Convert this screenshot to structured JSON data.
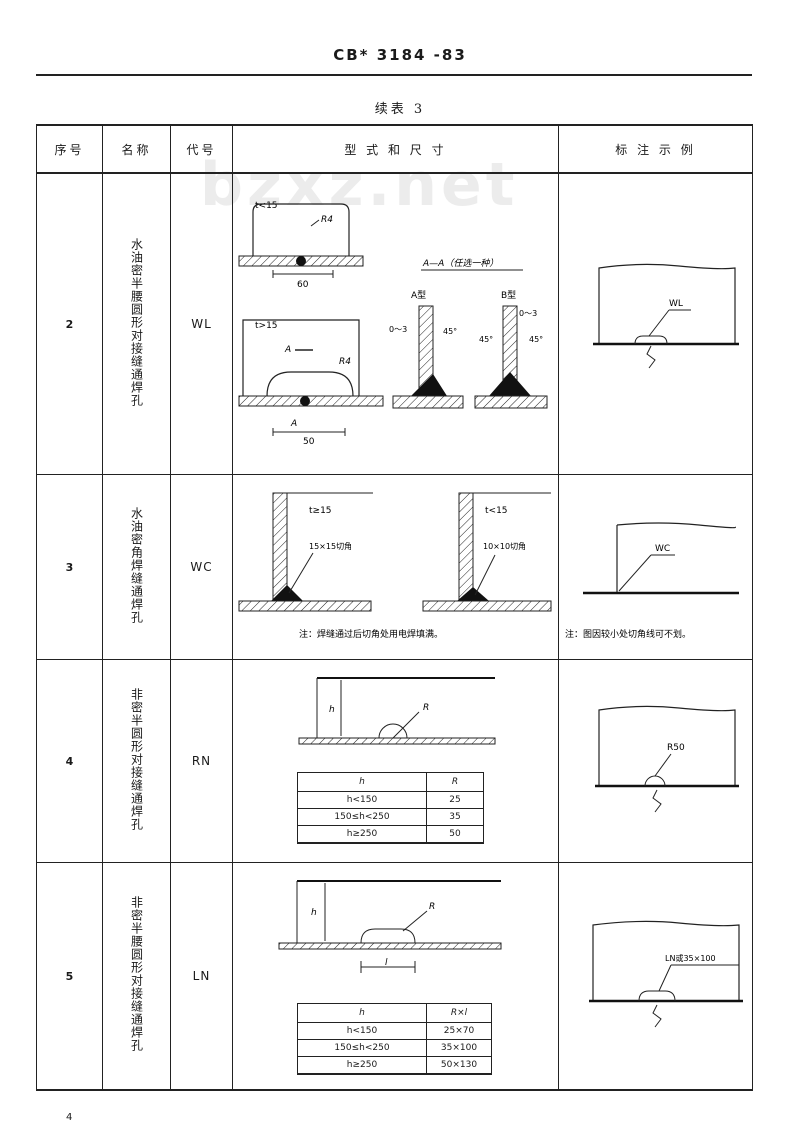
{
  "header": {
    "standard_no": "CB* 3184 -83"
  },
  "continuation": "续表 3",
  "watermark": "bzxz.net",
  "columns": [
    "序号",
    "名称",
    "代号",
    "型 式 和 尺 寸",
    "标 注 示 例"
  ],
  "rows": [
    {
      "no": "2",
      "name": "水油密半腰圆形对接缝通焊孔",
      "code": "WL",
      "fig": {
        "cond_small": "t<15",
        "cond_large": "t>15",
        "radius": "R4",
        "dim_60": "60",
        "dim_50": "50",
        "section_title": "A—A（任选一种）",
        "type_a": "A型",
        "type_b": "B型",
        "gap": "0～3",
        "angle": "45°",
        "sec_mark": "A"
      },
      "example": {
        "label": "WL"
      }
    },
    {
      "no": "3",
      "name": "水油密角焊缝通焊孔",
      "code": "WC",
      "fig": {
        "cond_large": "t≥15",
        "cond_small": "t<15",
        "chamfer_large": "15×15切角",
        "chamfer_small": "10×10切角",
        "note": "注：焊缝通过后切角处用电焊填满。"
      },
      "example": {
        "label": "WC",
        "note": "注：图因较小处切角线可不划。"
      }
    },
    {
      "no": "4",
      "name": "非密半圆形对接缝通焊孔",
      "code": "RN",
      "fig": {
        "radius": "R",
        "h_mark": "h",
        "table": {
          "headers": [
            "h",
            "R"
          ],
          "rows": [
            [
              "h<150",
              "25"
            ],
            [
              "150≤h<250",
              "35"
            ],
            [
              "h≥250",
              "50"
            ]
          ]
        }
      },
      "example": {
        "label": "R50"
      }
    },
    {
      "no": "5",
      "name": "非密半腰圆形对接缝通焊孔",
      "code": "LN",
      "fig": {
        "radius": "R",
        "h_mark": "h",
        "l_mark": "l",
        "table": {
          "headers": [
            "h",
            "R×l"
          ],
          "rows": [
            [
              "h<150",
              "25×70"
            ],
            [
              "150≤h<250",
              "35×100"
            ],
            [
              "h≥250",
              "50×130"
            ]
          ]
        }
      },
      "example": {
        "label": "LN或35×100"
      }
    }
  ],
  "page_number": "4"
}
